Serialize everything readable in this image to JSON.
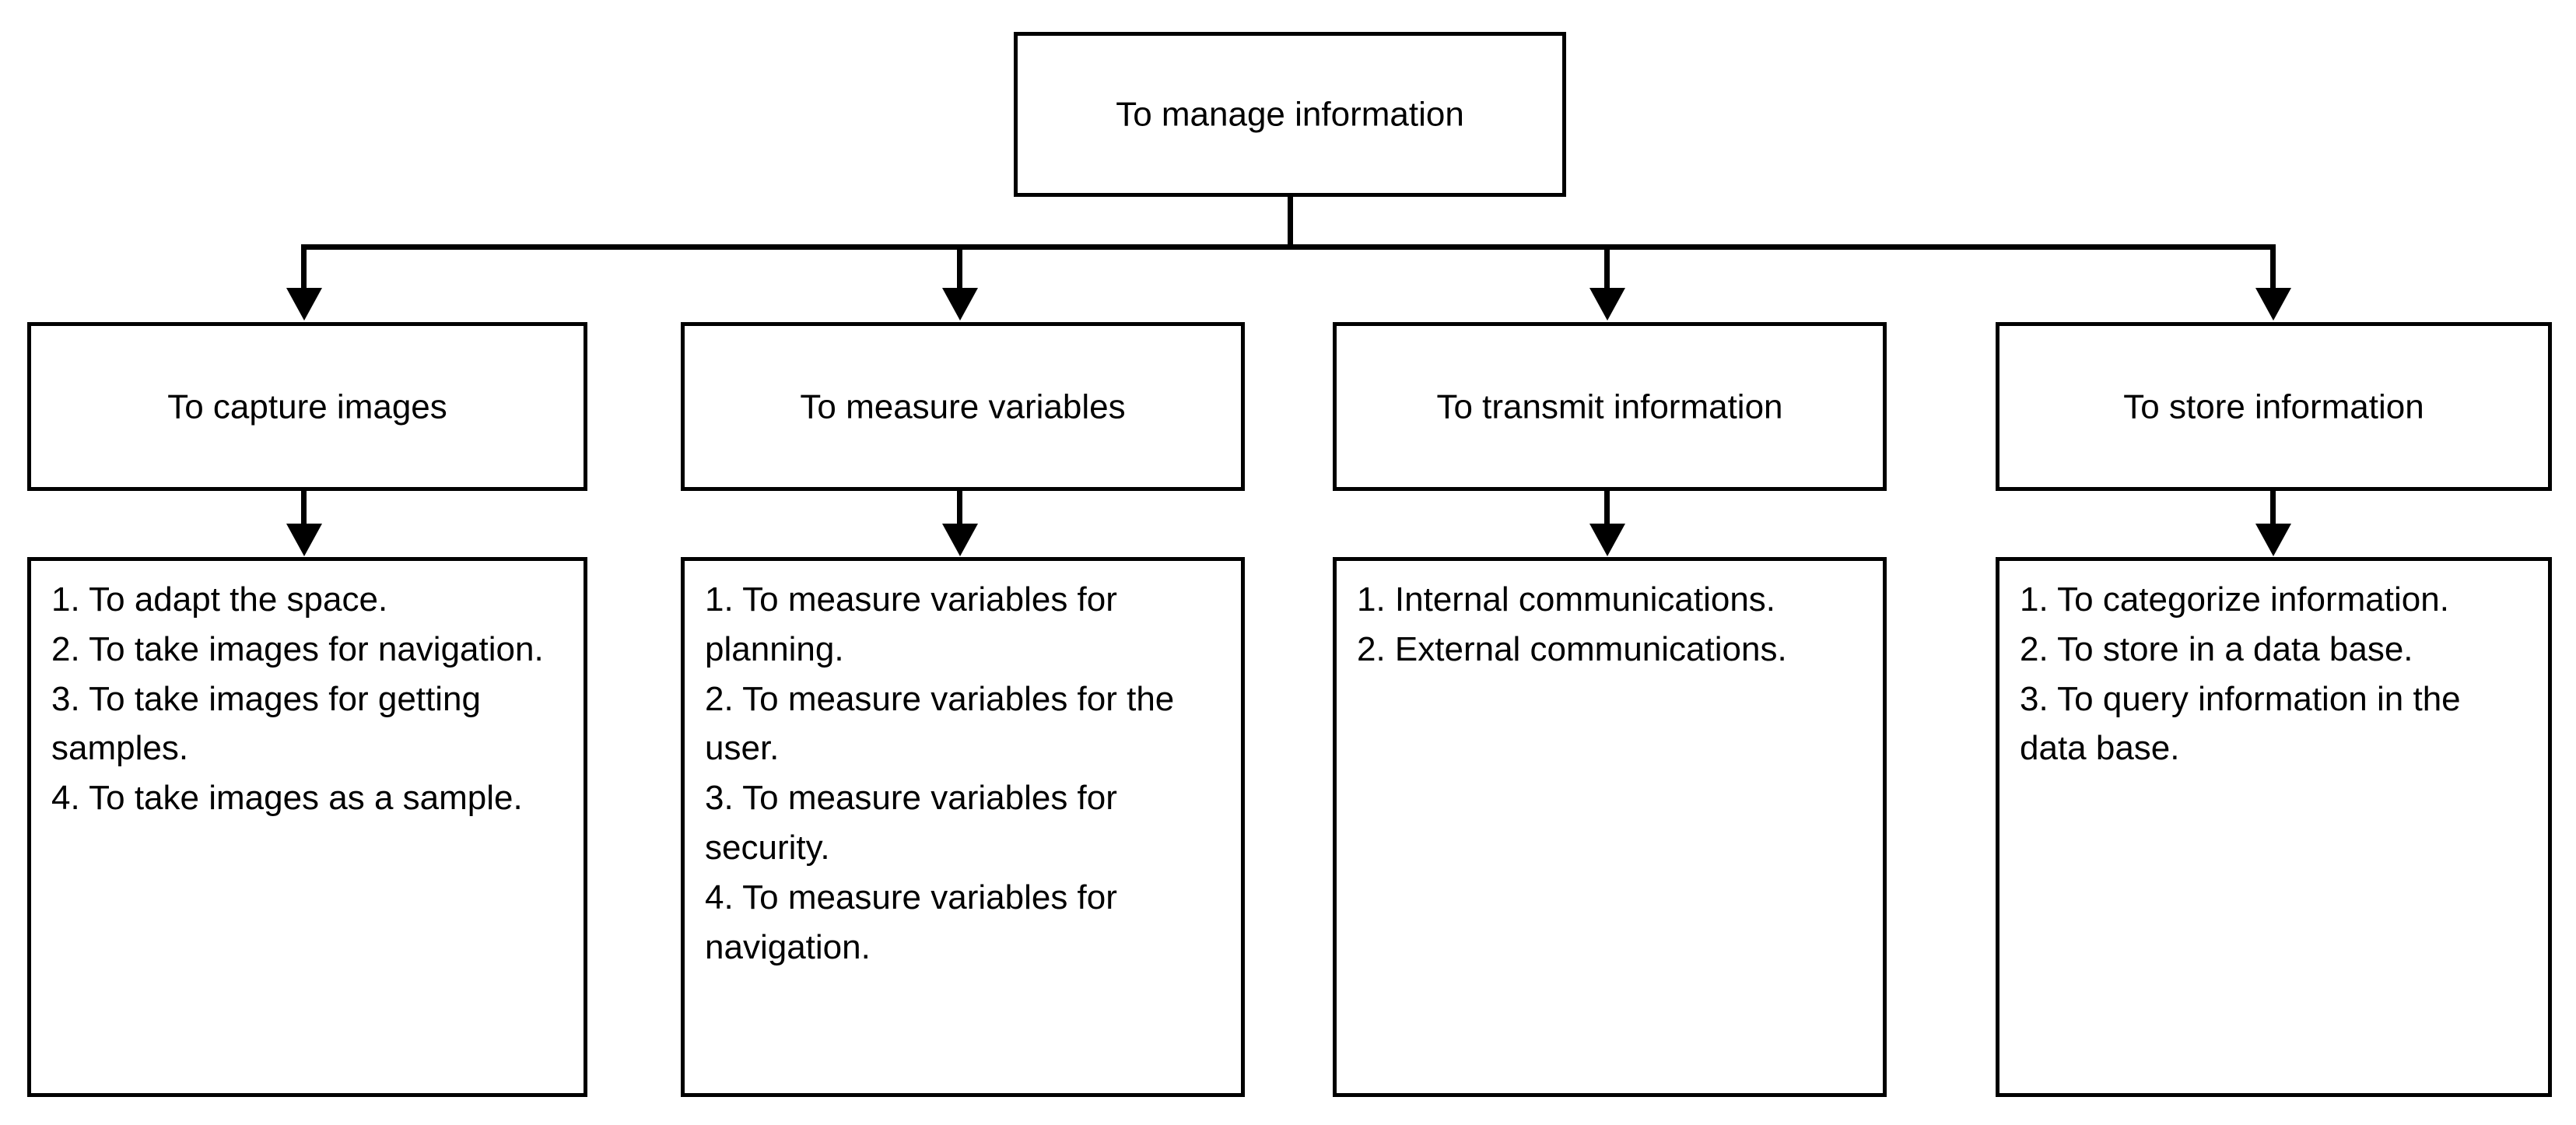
{
  "diagram": {
    "type": "function-tree",
    "root": {
      "label": "To manage information"
    },
    "level2": [
      {
        "label": "To capture images"
      },
      {
        "label": "To measure variables"
      },
      {
        "label": "To transmit information"
      },
      {
        "label": "To store information"
      }
    ],
    "level3": [
      {
        "parent": "To capture images",
        "items": [
          "1. To adapt the space.",
          "2. To take images for navigation.",
          "3. To take images for getting samples.",
          "4. To take images as a sample."
        ]
      },
      {
        "parent": "To measure variables",
        "items": [
          "1. To measure variables for planning.",
          "2. To measure variables for the user.",
          "3. To measure variables for security.",
          "4. To measure variables for navigation."
        ]
      },
      {
        "parent": "To transmit information",
        "items": [
          "1. Internal communications.",
          "2. External communications."
        ]
      },
      {
        "parent": "To store information",
        "items": [
          "1. To categorize information.",
          "2. To store in a data base.",
          "3. To query information in the data base."
        ]
      }
    ],
    "colors": {
      "stroke": "#000000",
      "fill": "#ffffff",
      "text": "#000000"
    }
  }
}
